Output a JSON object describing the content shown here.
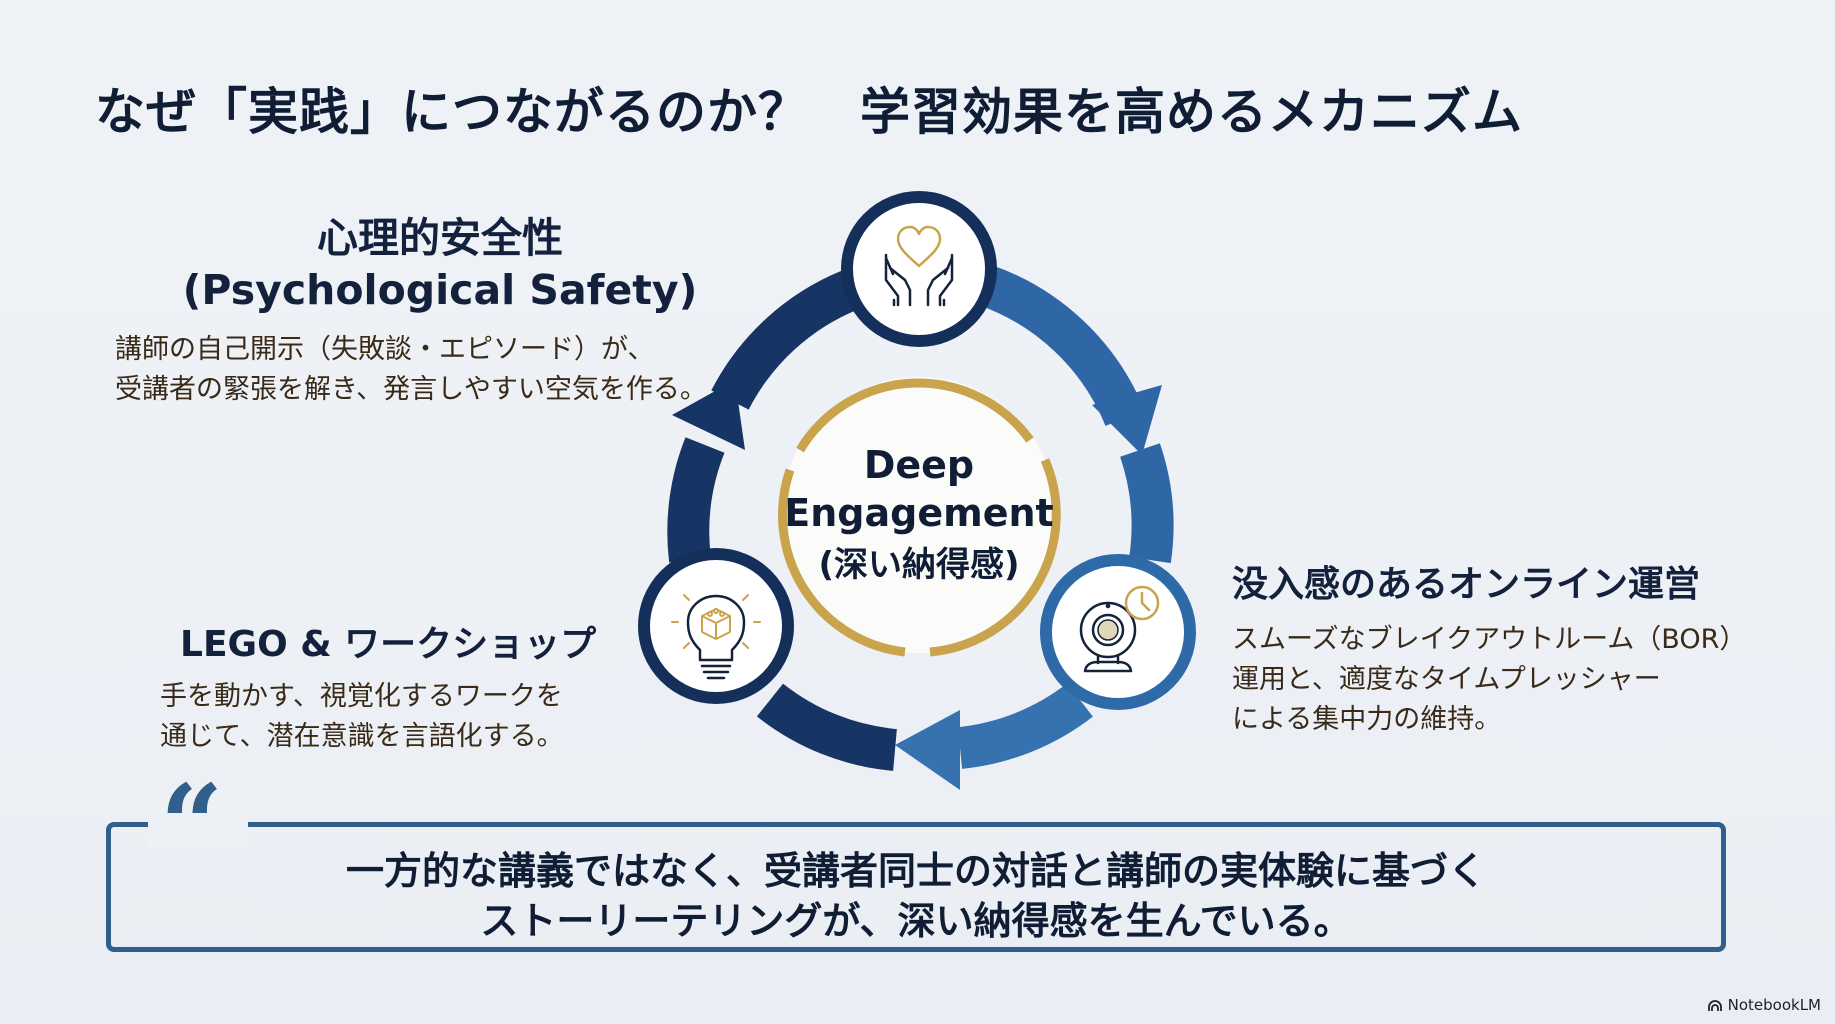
{
  "title": "なぜ「実践」につながるのか？　学習効果を高めるメカニズム",
  "center": {
    "line1": "Deep",
    "line2": "Engagement",
    "line3": "(深い納得感)"
  },
  "nodes": [
    {
      "id": "psychological-safety",
      "icon": "hands-heart-icon",
      "title_ja": "心理的安全性",
      "title_en": "(Psychological Safety)",
      "body": [
        "講師の自己開示（失敗談・エピソード）が、",
        "受講者の緊張を解き、発言しやすい空気を作る。"
      ]
    },
    {
      "id": "online-operation",
      "icon": "webcam-clock-icon",
      "title": "没入感のあるオンライン運営",
      "body": [
        "スムーズなブレイクアウトルーム（BOR）",
        "運用と、適度なタイムプレッシャー",
        "による集中力の維持。"
      ]
    },
    {
      "id": "lego-workshop",
      "icon": "lightbulb-lego-icon",
      "title": "LEGO & ワークショップ",
      "body": [
        "手を動かす、視覚化するワークを",
        "通じて、潜在意識を言語化する。"
      ]
    }
  ],
  "quote": {
    "mark": "“",
    "line1": "一方的な講義ではなく、受講者同士の対話と講師の実体験に基づく",
    "line2": "ストーリーテリングが、深い納得感を生んでいる。"
  },
  "brand": "NotebookLM",
  "colors": {
    "navy": "#14305a",
    "blue": "#2e6aa8",
    "gold": "#c9a44c",
    "text_dark": "#0f1d35",
    "text_body": "#3a2a18"
  }
}
